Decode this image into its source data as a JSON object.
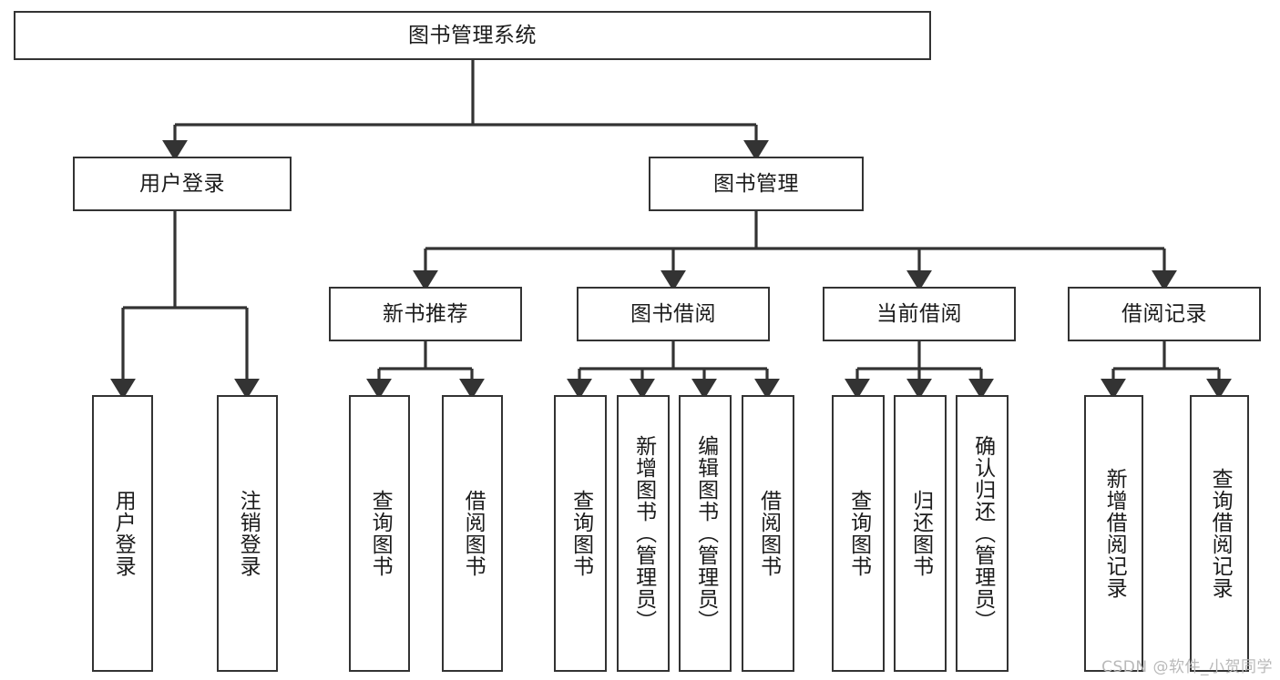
{
  "diagram": {
    "type": "hierarchy-tree",
    "title": "图书管理系统",
    "watermark": "CSDN @软件_小贺同学",
    "colors": {
      "box_border": "#333333",
      "box_fill": "#ffffff",
      "edge": "#333333",
      "text": "#1b1b1b",
      "watermark": "#b9b9b9"
    },
    "nodes": {
      "root": {
        "label": "图书管理系统",
        "level": 0
      },
      "user_login": {
        "label": "用户登录",
        "level": 1
      },
      "book_manage": {
        "label": "图书管理",
        "level": 1
      },
      "new_book_rec": {
        "label": "新书推荐",
        "level": 2
      },
      "book_borrow": {
        "label": "图书借阅",
        "level": 2
      },
      "current_borrow": {
        "label": "当前借阅",
        "level": 2
      },
      "borrow_record": {
        "label": "借阅记录",
        "level": 2
      },
      "leaf_user_login": {
        "label": "用户登录",
        "level": 2
      },
      "leaf_logout": {
        "label": "注销登录",
        "level": 2
      },
      "leaf_query_book_1": {
        "label": "查询图书",
        "level": 3
      },
      "leaf_borrow_book_1": {
        "label": "借阅图书",
        "level": 3
      },
      "leaf_query_book_2": {
        "label": "查询图书",
        "level": 3
      },
      "leaf_add_book": {
        "label": "新增图书（管理员）",
        "level": 3
      },
      "leaf_edit_book": {
        "label": "编辑图书（管理员）",
        "level": 3
      },
      "leaf_borrow_book_2": {
        "label": "借阅图书",
        "level": 3
      },
      "leaf_query_book_3": {
        "label": "查询图书",
        "level": 3
      },
      "leaf_return_book": {
        "label": "归还图书",
        "level": 3
      },
      "leaf_confirm_return": {
        "label": "确认归还（管理员）",
        "level": 3
      },
      "leaf_add_record": {
        "label": "新增借阅记录",
        "level": 3
      },
      "leaf_query_record": {
        "label": "查询借阅记录",
        "level": 3
      }
    }
  }
}
